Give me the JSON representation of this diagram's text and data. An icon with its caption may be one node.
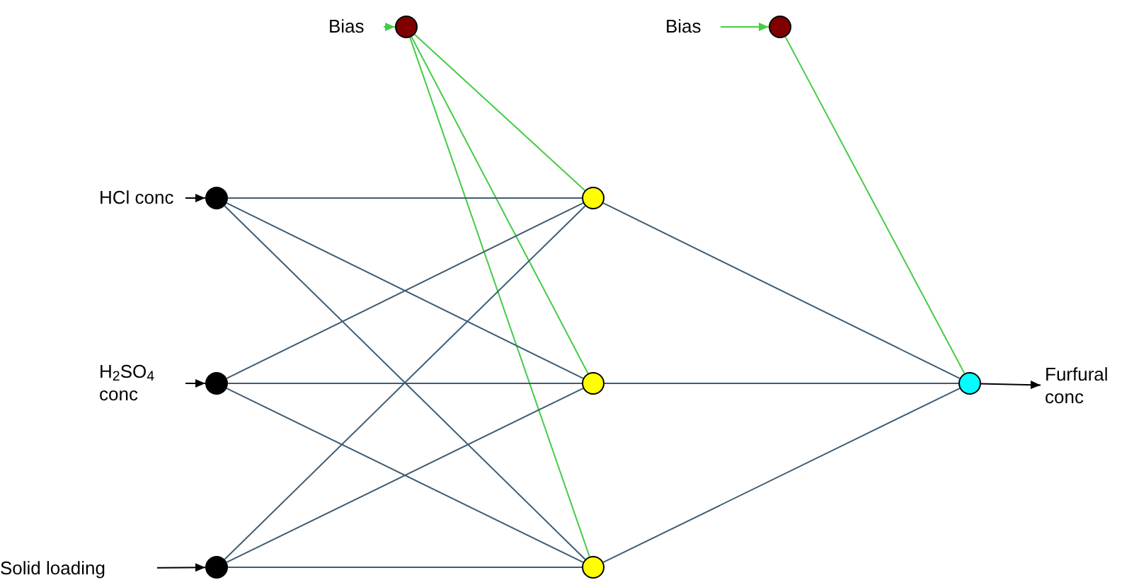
{
  "diagram": {
    "nodes": [
      {
        "text": [
          "Bias"
        ]
      },
      {
        "text": [],
        "shape": "circle"
      },
      {
        "text": [
          "Bias"
        ]
      },
      {
        "text": [],
        "shape": "circle"
      },
      {
        "text": [
          "HCl conc"
        ]
      },
      {
        "text": [
          "H$_{2}$SO$_{4}$ conc"
        ]
      },
      {
        "text": [
          "Solid loading"
        ]
      },
      {
        "text": [],
        "shape": "circle"
      },
      {
        "text": [],
        "shape": "circle"
      },
      {
        "text": [],
        "shape": "circle"
      },
      {
        "text": [],
        "shape": "circle"
      },
      {
        "text": [],
        "shape": "circle"
      },
      {
        "text": [],
        "shape": "circle"
      },
      {
        "text": [],
        "shape": "circle"
      },
      {
        "text": [
          "Furfural conc"
        ]
      }
    ],
    "edges": [
      {
        "from": 0,
        "to": 1,
        "arrow": "to",
        "color": "#44cc44"
      },
      {
        "from": 2,
        "to": 3,
        "arrow": "to",
        "color": "#44cc44"
      },
      {
        "from": 4,
        "to": 7,
        "arrow": "to",
        "color": "#000000"
      },
      {
        "from": 5,
        "to": 8,
        "arrow": "to",
        "color": "#000000"
      },
      {
        "from": 6,
        "to": 9,
        "arrow": "to",
        "color": "#000000"
      },
      {
        "from": 1,
        "to": 10,
        "arrow": "none",
        "color": "#44cc44"
      },
      {
        "from": 1,
        "to": 11,
        "arrow": "none",
        "color": "#44cc44"
      },
      {
        "from": 1,
        "to": 12,
        "arrow": "none",
        "color": "#44cc44"
      },
      {
        "from": 3,
        "to": 13,
        "arrow": "none",
        "color": "#44cc44"
      },
      {
        "from": 7,
        "to": 10,
        "arrow": "none"
      },
      {
        "from": 7,
        "to": 11,
        "arrow": "none"
      },
      {
        "from": 7,
        "to": 12,
        "arrow": "none"
      },
      {
        "from": 8,
        "to": 10,
        "arrow": "none"
      },
      {
        "from": 8,
        "to": 11,
        "arrow": "none"
      },
      {
        "from": 8,
        "to": 12,
        "arrow": "none"
      },
      {
        "from": 9,
        "to": 10,
        "arrow": "none"
      },
      {
        "from": 9,
        "to": 11,
        "arrow": "none"
      },
      {
        "from": 9,
        "to": 12,
        "arrow": "none"
      },
      {
        "from": 10,
        "to": 13,
        "arrow": "none"
      },
      {
        "from": 11,
        "to": 13,
        "arrow": "none"
      },
      {
        "from": 12,
        "to": 13,
        "arrow": "none"
      },
      {
        "from": 13,
        "to": 14,
        "arrow": "to",
        "color": "#000000"
      }
    ]
  }
}
